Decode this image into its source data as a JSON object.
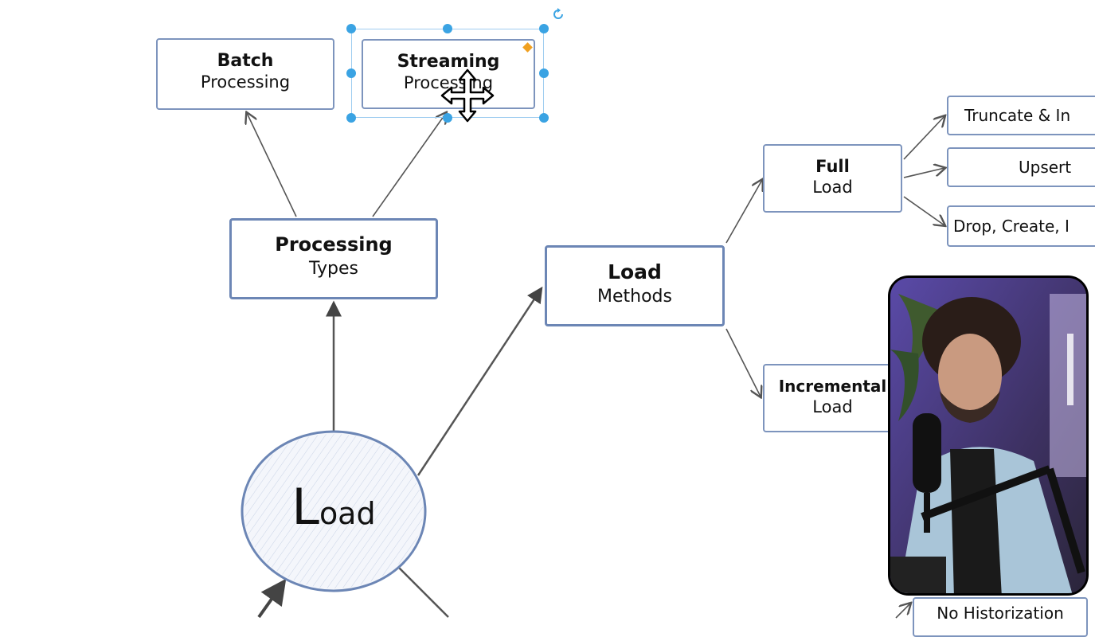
{
  "diagram": {
    "root": {
      "big_letter": "L",
      "rest": "oad"
    },
    "processing_types": {
      "line1": "Processing",
      "line2": "Types"
    },
    "batch": {
      "line1": "Batch",
      "line2": "Processing"
    },
    "streaming": {
      "line1": "Streaming",
      "line2": "Processing"
    },
    "load_methods": {
      "line1": "Load",
      "line2": "Methods"
    },
    "full_load": {
      "line1": "Full",
      "line2": "Load"
    },
    "incremental_load": {
      "line1": "Incremental",
      "line2": "Load"
    },
    "full_load_options": [
      "Truncate & In",
      "Upsert",
      "Drop, Create, I"
    ],
    "bottom_partial": "No Historization"
  },
  "colors": {
    "box_border": "#7d94bd",
    "selection_handle": "#3aa3e3",
    "accent_marker": "#f0a020"
  },
  "icons": [
    "move-cursor-icon",
    "rotate-handle-icon"
  ]
}
